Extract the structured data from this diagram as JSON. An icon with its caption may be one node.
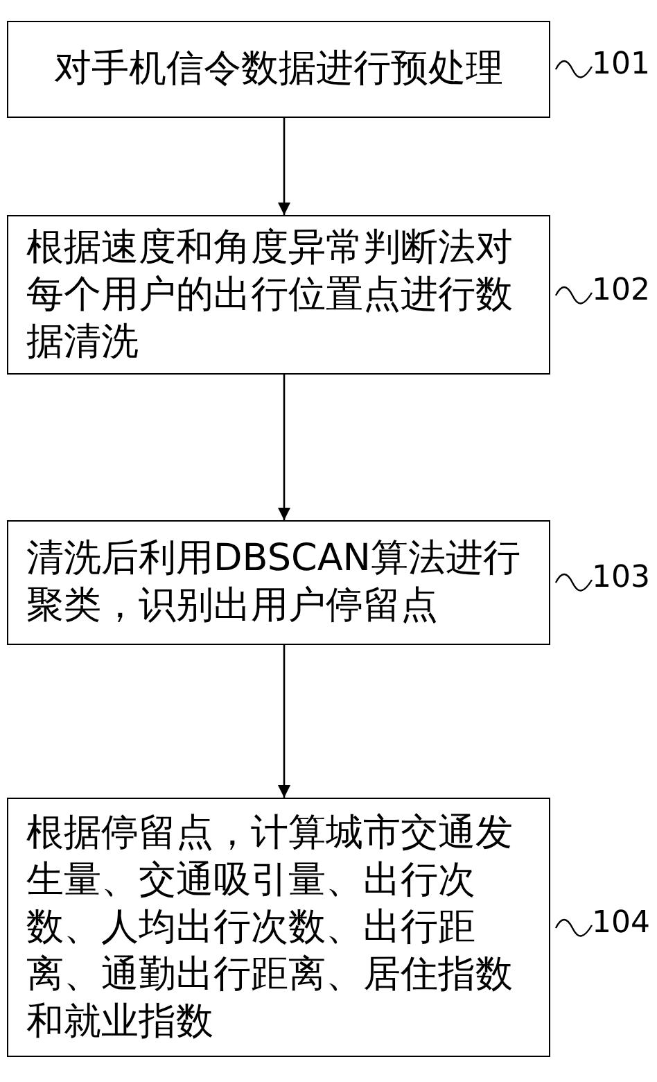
{
  "diagram": {
    "nodes": [
      {
        "text": [
          "对手机信令数据进行预处理"
        ],
        "beside": [
          "101"
        ]
      },
      {
        "text": [
          "根据速度和角度异常判断法对每个用户的出行位置点进行数据清洗"
        ],
        "beside": [
          "102"
        ]
      },
      {
        "text": [
          "清洗后利用DBSCAN算法进行聚类，识别出用户停留点"
        ],
        "beside": [
          "103"
        ]
      },
      {
        "text": [
          "根据停留点，计算城市交通发生量、交通吸引量、出行次数、人均出行次数、出行距离、通勤出行距离、居住指数和就业指数"
        ],
        "beside": [
          "104"
        ]
      }
    ],
    "edges": [
      {
        "from": 0,
        "to": 1,
        "arrow": "to"
      },
      {
        "from": 1,
        "to": 2,
        "arrow": "to"
      },
      {
        "from": 2,
        "to": 3,
        "arrow": "to"
      }
    ]
  }
}
